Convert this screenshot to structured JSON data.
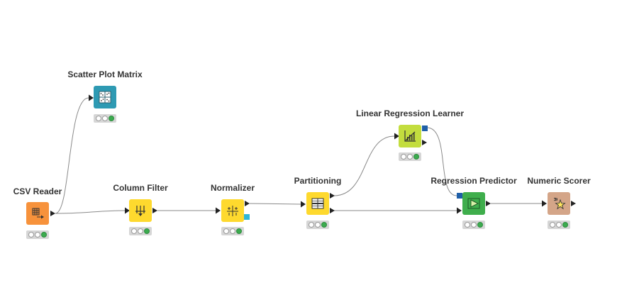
{
  "workflow": {
    "nodes": [
      {
        "id": "csv_reader",
        "label": "CSV Reader",
        "color": "#f7923b",
        "icon": "table-arrow-icon"
      },
      {
        "id": "scatter_matrix",
        "label": "Scatter Plot Matrix",
        "color": "#2e9ab3",
        "icon": "scatter-matrix-icon"
      },
      {
        "id": "column_filter",
        "label": "Column Filter",
        "color": "#fed92e",
        "icon": "column-filter-icon"
      },
      {
        "id": "normalizer",
        "label": "Normalizer",
        "color": "#fed92e",
        "icon": "normalizer-icon"
      },
      {
        "id": "partitioning",
        "label": "Partitioning",
        "color": "#fed92e",
        "icon": "partition-icon"
      },
      {
        "id": "lr_learner",
        "label": "Linear Regression Learner",
        "color": "#c3dd3e",
        "icon": "regression-chart-icon"
      },
      {
        "id": "reg_predictor",
        "label": "Regression Predictor",
        "color": "#3fae4c",
        "icon": "predictor-icon"
      },
      {
        "id": "numeric_scorer",
        "label": "Numeric Scorer",
        "color": "#d4a588",
        "icon": "scorer-star-icon"
      }
    ],
    "status": "executed",
    "colors": {
      "connection": "#8a8a8a",
      "port": "#222222",
      "model_port": "#1f5fa8",
      "normalizer_port": "#2eb6d8",
      "status_green": "#3cac4f"
    }
  }
}
